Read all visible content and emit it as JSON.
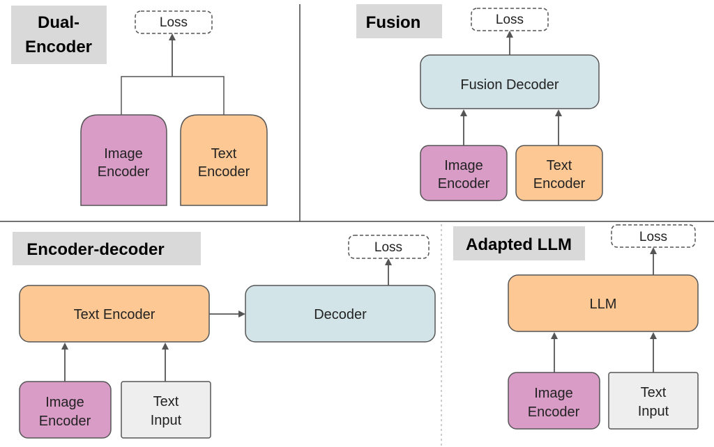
{
  "colors": {
    "pink": "#d89cc6",
    "orange": "#fdc894",
    "blue": "#d2e4e8",
    "gray_box": "#eeeeee",
    "title_bg": "#d9d9d9",
    "stroke": "#555555",
    "divider": "#444444"
  },
  "dual_encoder": {
    "title_line1": "Dual-",
    "title_line2": "Encoder",
    "loss": "Loss",
    "image_encoder_line1": "Image",
    "image_encoder_line2": "Encoder",
    "text_encoder_line1": "Text",
    "text_encoder_line2": "Encoder"
  },
  "fusion": {
    "title": "Fusion",
    "loss": "Loss",
    "fusion_decoder": "Fusion Decoder",
    "image_encoder_line1": "Image",
    "image_encoder_line2": "Encoder",
    "text_encoder_line1": "Text",
    "text_encoder_line2": "Encoder"
  },
  "encoder_decoder": {
    "title": "Encoder-decoder",
    "loss": "Loss",
    "text_encoder": "Text Encoder",
    "decoder": "Decoder",
    "image_encoder_line1": "Image",
    "image_encoder_line2": "Encoder",
    "text_input_line1": "Text",
    "text_input_line2": "Input"
  },
  "adapted_llm": {
    "title": "Adapted LLM",
    "loss": "Loss",
    "llm": "LLM",
    "image_encoder_line1": "Image",
    "image_encoder_line2": "Encoder",
    "text_input_line1": "Text",
    "text_input_line2": "Input"
  }
}
